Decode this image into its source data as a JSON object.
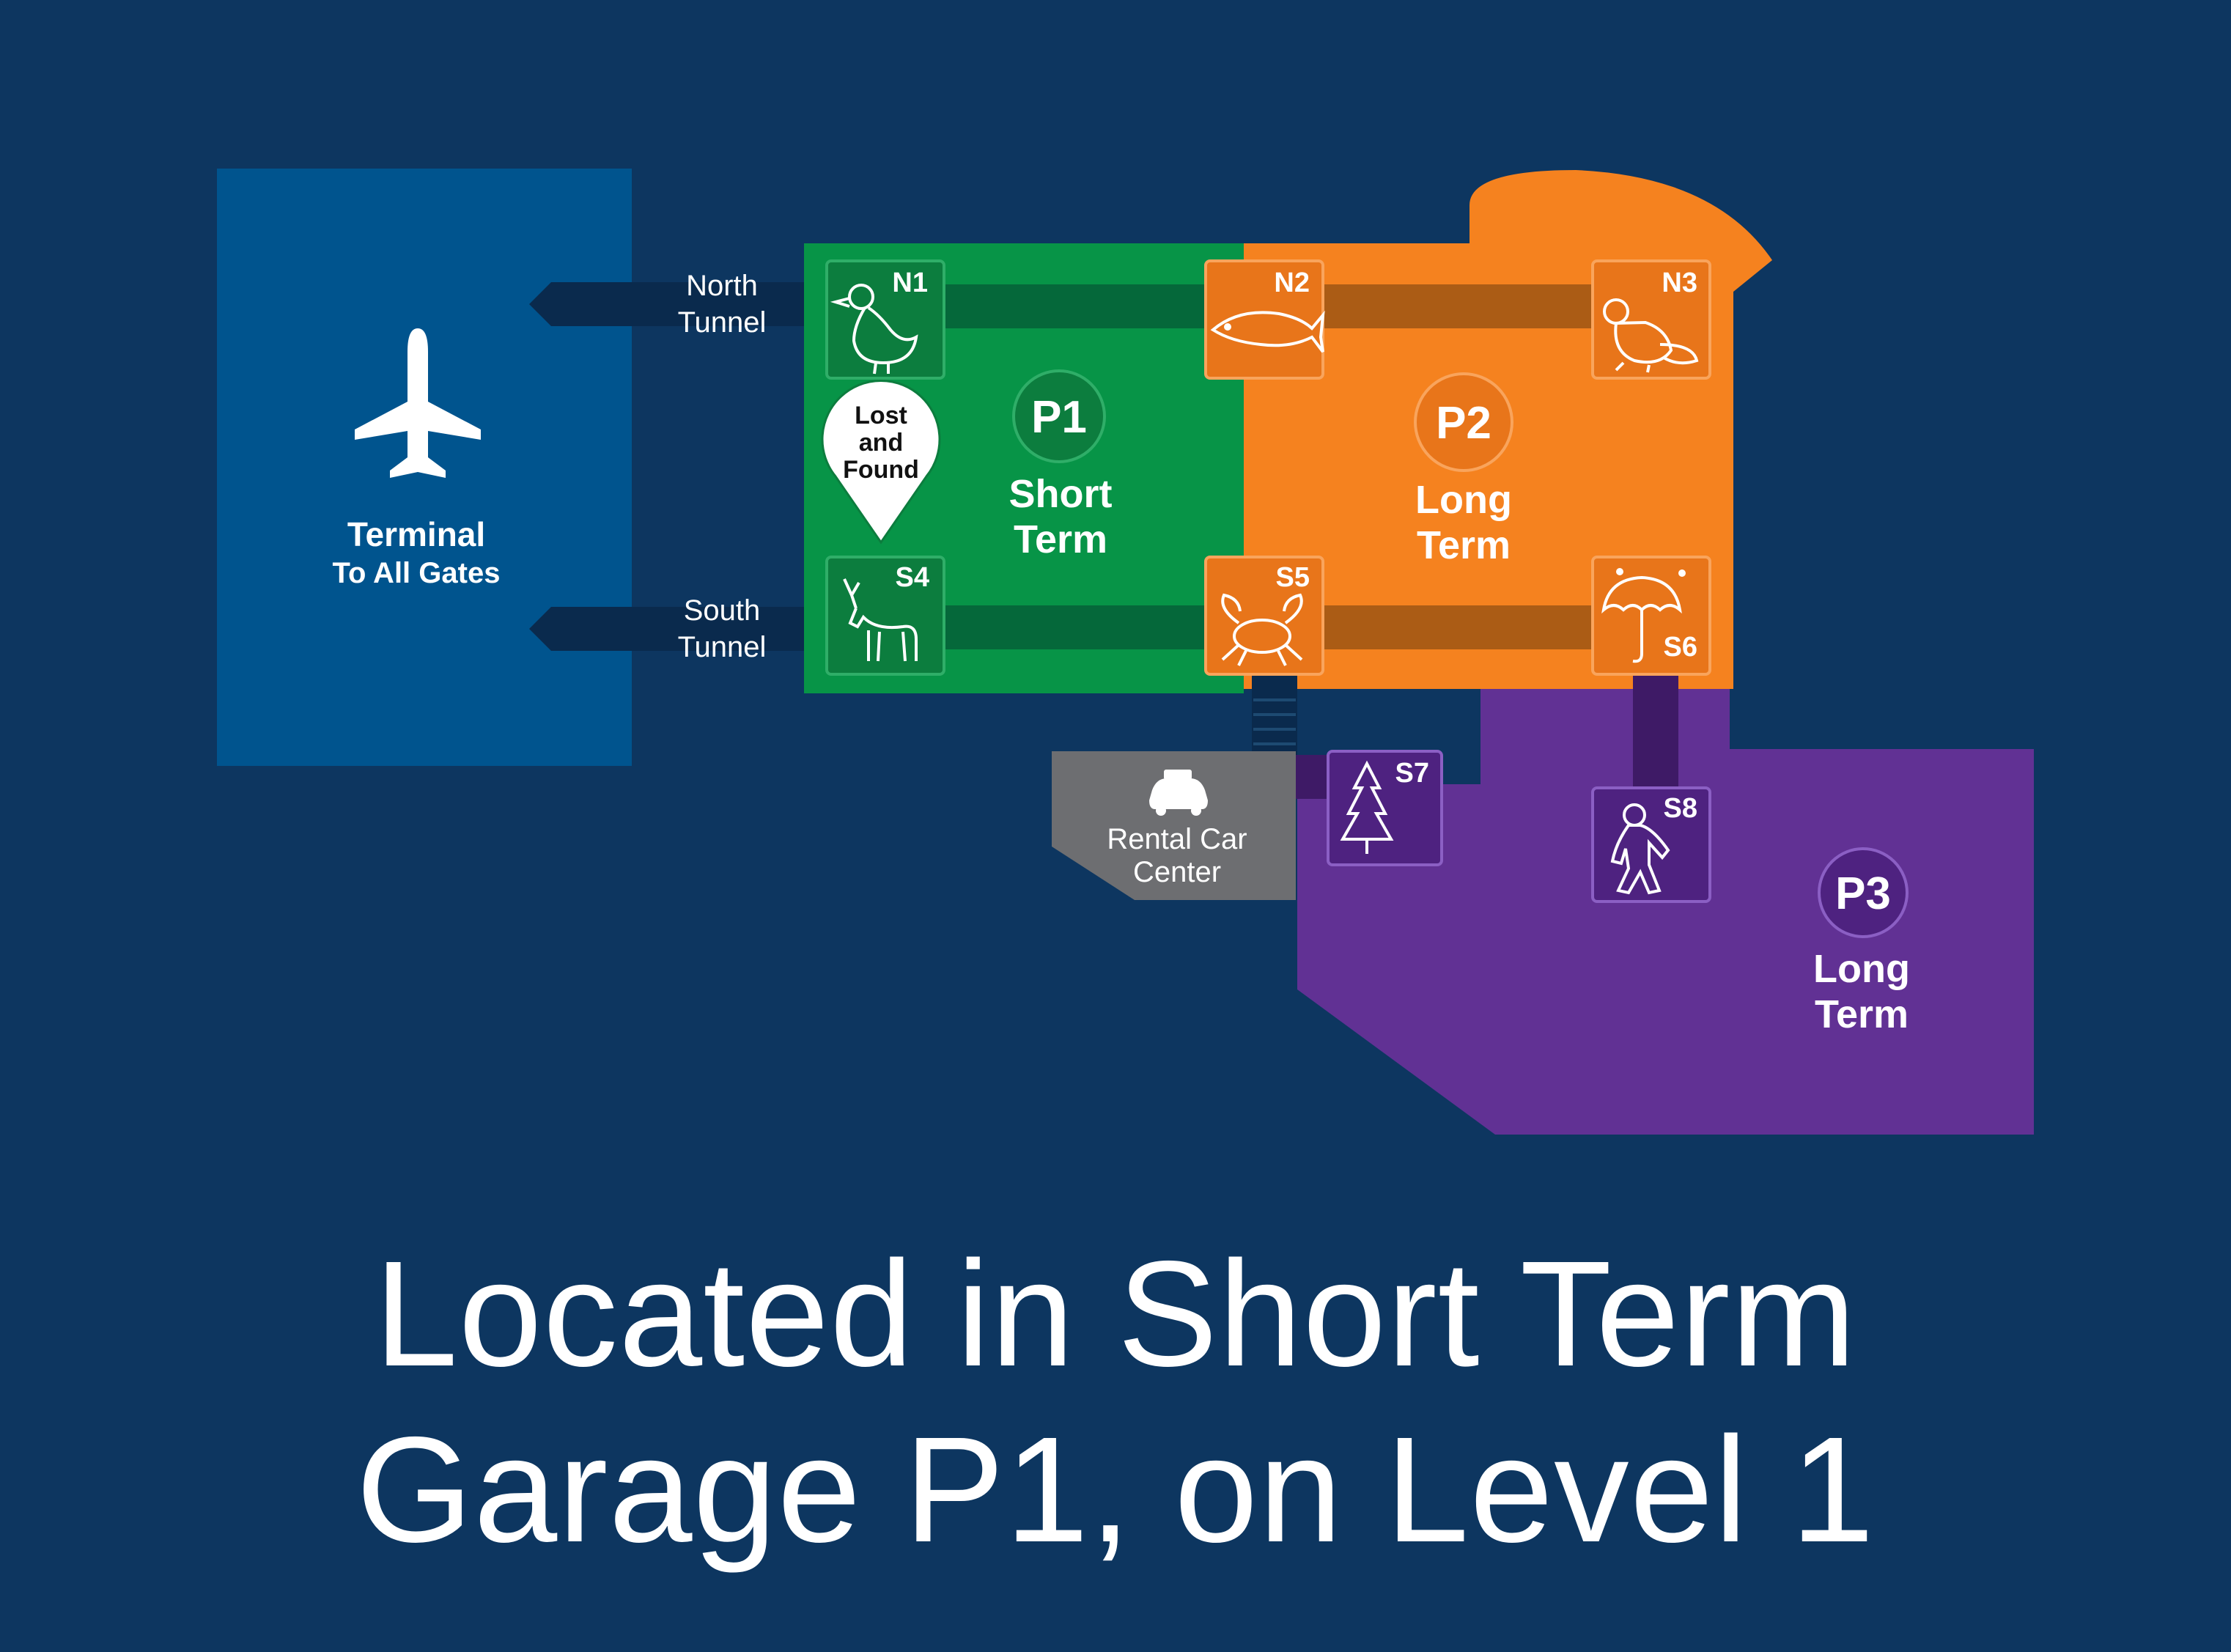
{
  "map": {
    "terminal": {
      "title": "Terminal",
      "subtitle": "To All Gates",
      "icon": "airplane-icon"
    },
    "tunnels": {
      "north": {
        "line1": "North",
        "line2": "Tunnel"
      },
      "south": {
        "line1": "South",
        "line2": "Tunnel"
      }
    },
    "garages": {
      "p1": {
        "badge": "P1",
        "line1": "Short",
        "line2": "Term",
        "color": "#079447"
      },
      "p2": {
        "badge": "P2",
        "line1": "Long",
        "line2": "Term",
        "color": "#f5821f"
      },
      "p3": {
        "badge": "P3",
        "line1": "Long",
        "line2": "Term",
        "color": "#613194"
      }
    },
    "elevators": {
      "n1": {
        "code": "N1",
        "icon": "duck-icon"
      },
      "n2": {
        "code": "N2",
        "icon": "salmon-icon"
      },
      "n3": {
        "code": "N3",
        "icon": "beaver-icon"
      },
      "s4": {
        "code": "S4",
        "icon": "elk-icon"
      },
      "s5": {
        "code": "S5",
        "icon": "crab-icon"
      },
      "s6": {
        "code": "S6",
        "icon": "umbrella-icon"
      },
      "s7": {
        "code": "S7",
        "icon": "tree-icon"
      },
      "s8": {
        "code": "S8",
        "icon": "bigfoot-icon"
      }
    },
    "lost_and_found": {
      "line1": "Lost",
      "line2": "and",
      "line3": "Found"
    },
    "rental_car": {
      "line1": "Rental Car",
      "line2": "Center",
      "icon": "car-icon"
    }
  },
  "caption": {
    "line1": "Located in Short Term",
    "line2": "Garage P1, on Level 1"
  },
  "colors": {
    "background": "#0d3660",
    "terminal": "#00548e",
    "tunnel": "#0a2a4d",
    "rental": "#6d6e71"
  }
}
